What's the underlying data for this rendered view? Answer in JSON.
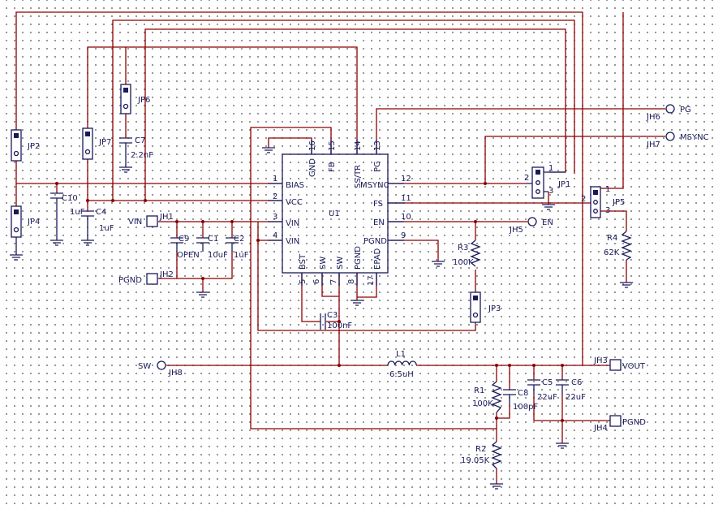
{
  "ic": {
    "ref": "U1",
    "left_pins": [
      {
        "num": "1",
        "name": "BIAS"
      },
      {
        "num": "2",
        "name": "VCC"
      },
      {
        "num": "3",
        "name": "VIN"
      },
      {
        "num": "4",
        "name": "VIN"
      }
    ],
    "right_pins": [
      {
        "num": "12",
        "name": "MSYNC"
      },
      {
        "num": "11",
        "name": "FS"
      },
      {
        "num": "10",
        "name": "EN"
      },
      {
        "num": "9",
        "name": "PGND"
      }
    ],
    "top_pins": [
      {
        "num": "16",
        "name": "GND"
      },
      {
        "num": "15",
        "name": "FB"
      },
      {
        "num": "14",
        "name": "SS/TR"
      },
      {
        "num": "13",
        "name": "PG"
      }
    ],
    "bottom_pins": [
      {
        "num": "5",
        "name": "BST"
      },
      {
        "num": "6",
        "name": "SW"
      },
      {
        "num": "7",
        "name": "SW"
      },
      {
        "num": "8",
        "name": "PGND"
      },
      {
        "num": "17",
        "name": "EPAD"
      }
    ]
  },
  "components": {
    "jp2": "JP2",
    "jp4": "JP4",
    "jp7": "JP7",
    "jp6": "JP6",
    "jp1": "JP1",
    "jp5": "JP5",
    "jp3": "JP3",
    "c10": "C10",
    "c10_val": "1uF",
    "c4": "C4",
    "c4_val": "1uF",
    "c7": "C7",
    "c7_val": "2.2nF",
    "c9": "C9",
    "c9_val": "OPEN",
    "c1": "C1",
    "c1_val": "10uF",
    "c2": "C2",
    "c2_val": "1uF",
    "c3": "C3",
    "c3_val": "100nF",
    "r3": "R3",
    "r3_val": "100K",
    "r4": "R4",
    "r4_val": "62K",
    "r1": "R1",
    "r1_val": "100K",
    "r2": "R2",
    "r2_val": "19.05K",
    "c8": "C8",
    "c8_val": "100pF",
    "c5": "C5",
    "c5_val": "22uF",
    "c6": "C6",
    "c6_val": "22uF",
    "l1": "L1",
    "l1_val": "6.5uH",
    "jp1_pin1": "1",
    "jp1_pin2": "2",
    "jp1_pin3": "3",
    "jp5_pin1": "1",
    "jp5_pin2": "2",
    "jp5_pin3": "3"
  },
  "connectors": {
    "vin": {
      "ref": "JH1",
      "label": "VIN"
    },
    "pgnd_in": {
      "ref": "JH2",
      "label": "PGND"
    },
    "en": {
      "ref": "JH5",
      "label": "EN"
    },
    "pg": {
      "ref": "JH6",
      "label": "PG"
    },
    "msync": {
      "ref": "JH7",
      "label": "MSYNC"
    },
    "sw": {
      "ref": "JH8",
      "label": "SW"
    },
    "vout": {
      "ref": "JH3",
      "label": "VOUT"
    },
    "pgnd_out": {
      "ref": "JH4",
      "label": "PGND"
    }
  },
  "colors": {
    "wire": "#8b0000",
    "component": "#1a1a5a",
    "grid_dot": "#7a7a7a"
  }
}
